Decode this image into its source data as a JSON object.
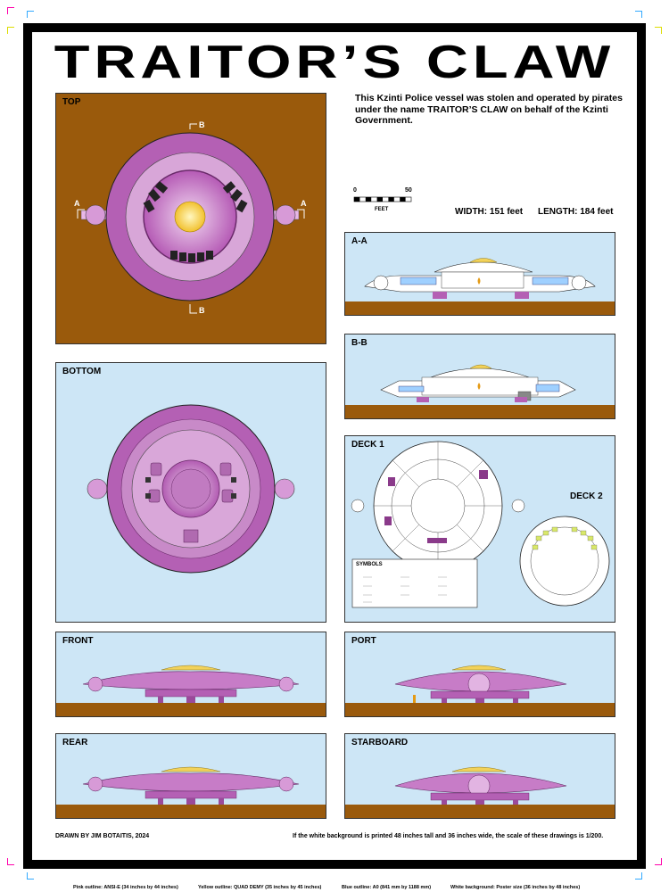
{
  "title": "TRAITOR’S CLAW",
  "description": "This Kzinti Police vessel was stolen and operated by pirates under the name TRAITOR’S CLAW on behalf of the Kzinti Government.",
  "scale_bar": {
    "start": "0",
    "end": "50",
    "unit": "FEET"
  },
  "width_text": "WIDTH: 151 feet",
  "length_text": "LENGTH: 184 feet",
  "panels": {
    "top": "TOP",
    "bottom": "BOTTOM",
    "section_a": "A-A",
    "section_b": "B-B",
    "deck1": "DECK 1",
    "deck2": "DECK 2",
    "front": "FRONT",
    "port": "PORT",
    "rear": "REAR",
    "starboard": "STARBOARD"
  },
  "section_markers": {
    "a": "A",
    "b": "B"
  },
  "symbols_title": "SYMBOLS",
  "drawn_by": "DRAWN BY JIM BOTAITIS, 2024",
  "scale_note": "If the white background is printed 48 inches tall and 36 inches wide, the scale of these drawings is 1/200.",
  "print_outlines": [
    "Pink outline: ANSI-E (34 inches by 44 inches)",
    "Yellow outline: QUAD DEMY (35 inches by 45 inches)",
    "Blue outline: A0 (841 mm by 1188 mm)",
    "White background: Poster size (36 inches by 48 inches)"
  ],
  "colors": {
    "hull": "#b461b4",
    "hull_light": "#e3bde3",
    "ground": "#9a5a0c",
    "sky": "#cde6f6",
    "dome": "#f2d25a"
  }
}
